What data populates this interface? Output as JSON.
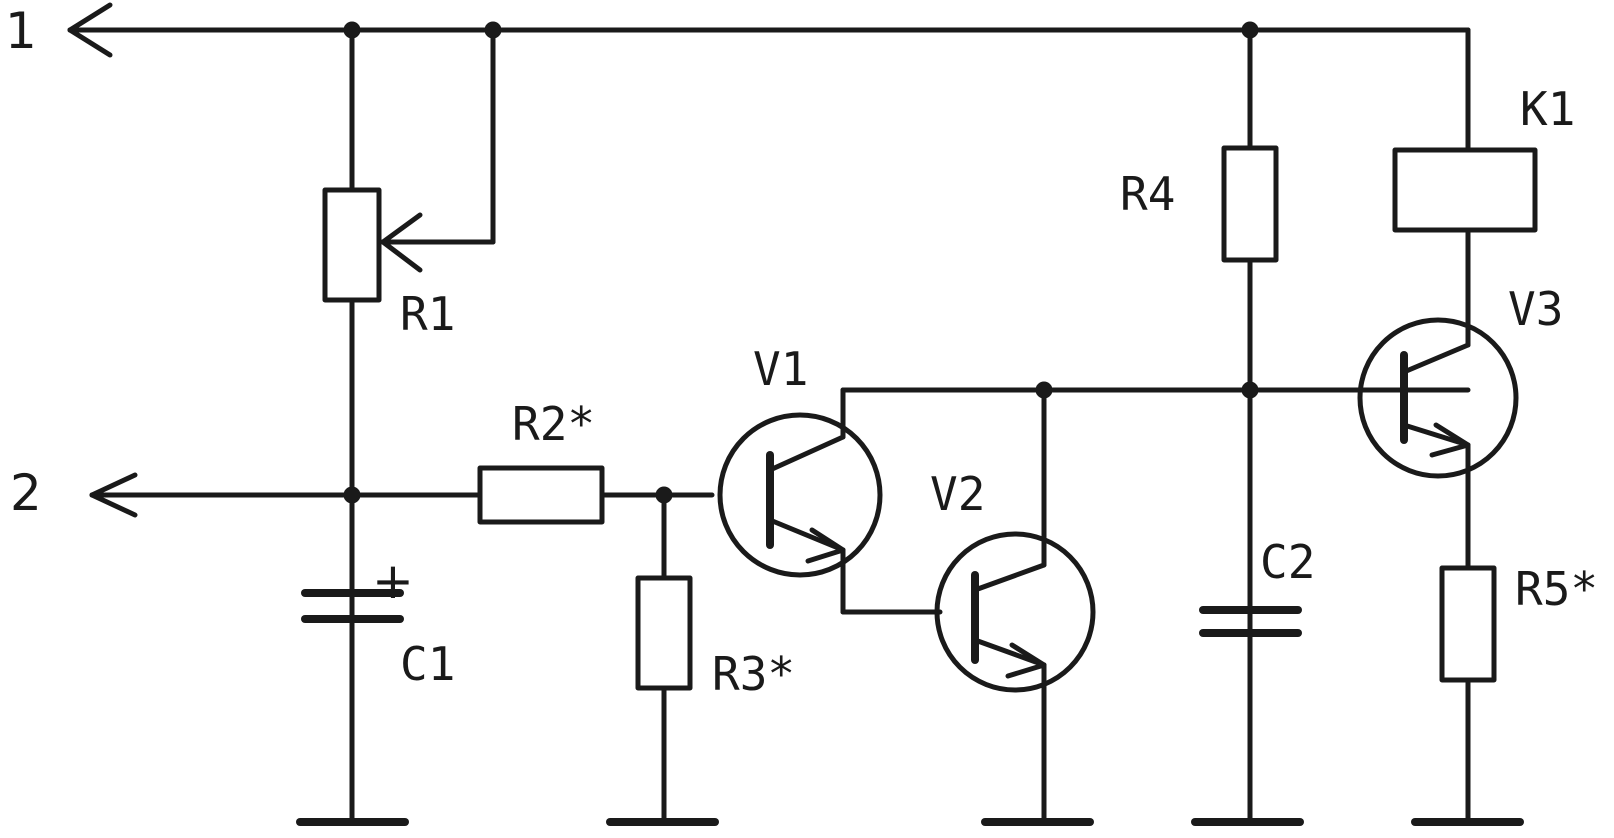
{
  "terminals": {
    "t1": "1",
    "t2": "2"
  },
  "labels": {
    "R1": "R1",
    "R2": "R2*",
    "R3": "R3*",
    "R4": "R4",
    "R5": "R5*",
    "C1": "C1",
    "C2": "C2",
    "V1": "V1",
    "V2": "V2",
    "V3": "V3",
    "K1": "K1",
    "C1_polarity": "+"
  }
}
